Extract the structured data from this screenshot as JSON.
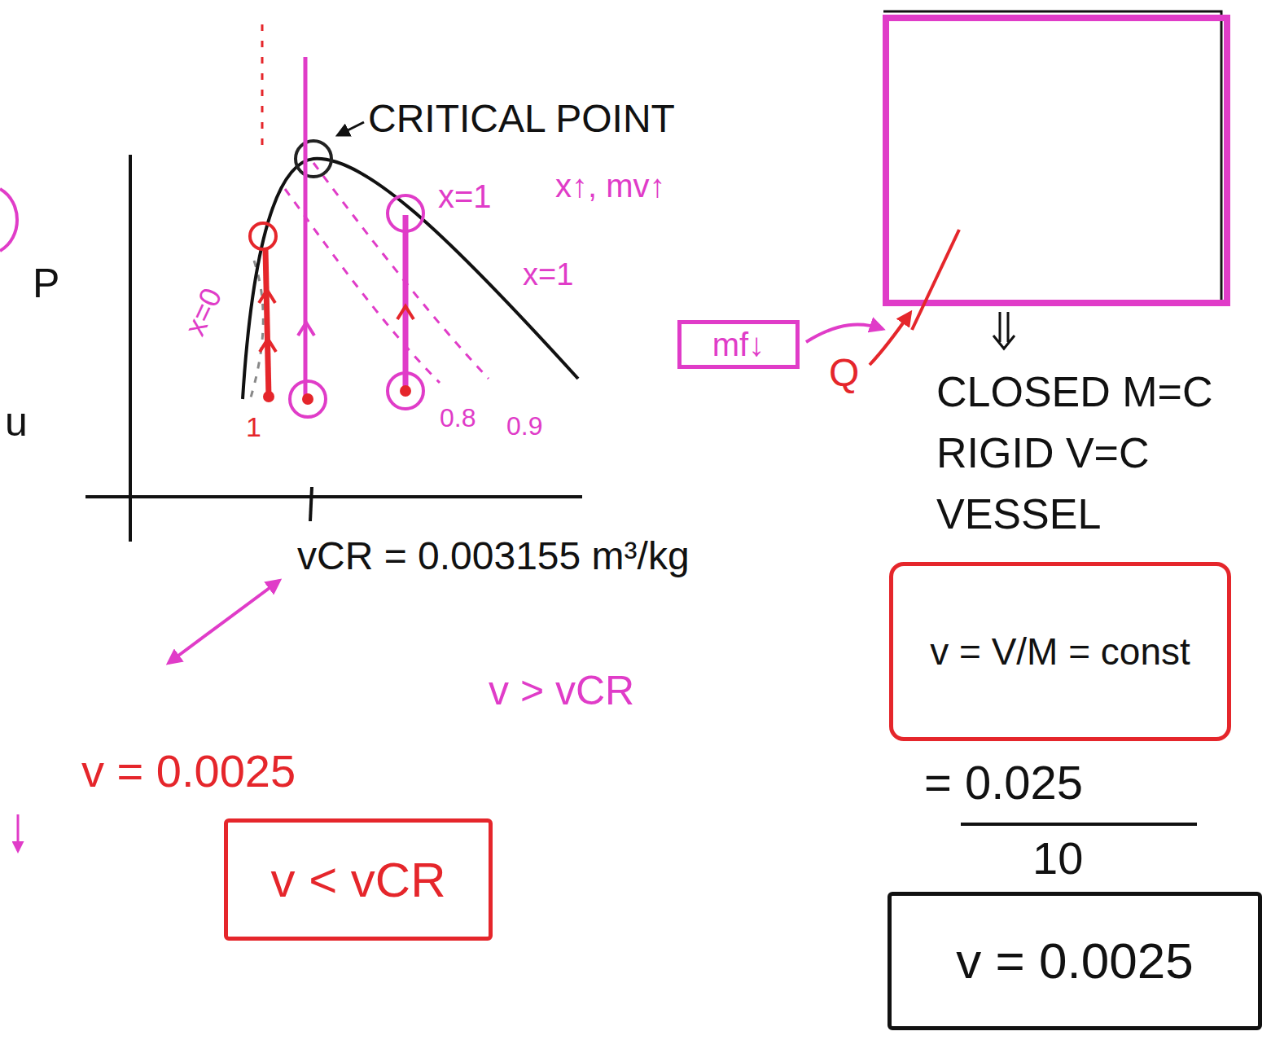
{
  "diagram": {
    "nodes": [
      {
        "text": [
          "mf↓"
        ]
      },
      {
        "text": [
          "v = V/M = const"
        ]
      },
      {
        "text": [
          "v < vCR"
        ]
      },
      {
        "text": [
          "v = 0.0025"
        ]
      }
    ],
    "labels": [
      "CRITICAL POINT",
      "P",
      "x=1",
      "x↑, mv↑",
      "x=0",
      "x=1",
      "1",
      "0.8",
      "0.9",
      "Q",
      "CLOSED M=C",
      "RIGID V=C",
      "VESSEL",
      "= 0.025",
      "10",
      "vCR = 0.003155 m³/kg",
      "v > vCR",
      "v = 0.0025",
      "u"
    ]
  }
}
